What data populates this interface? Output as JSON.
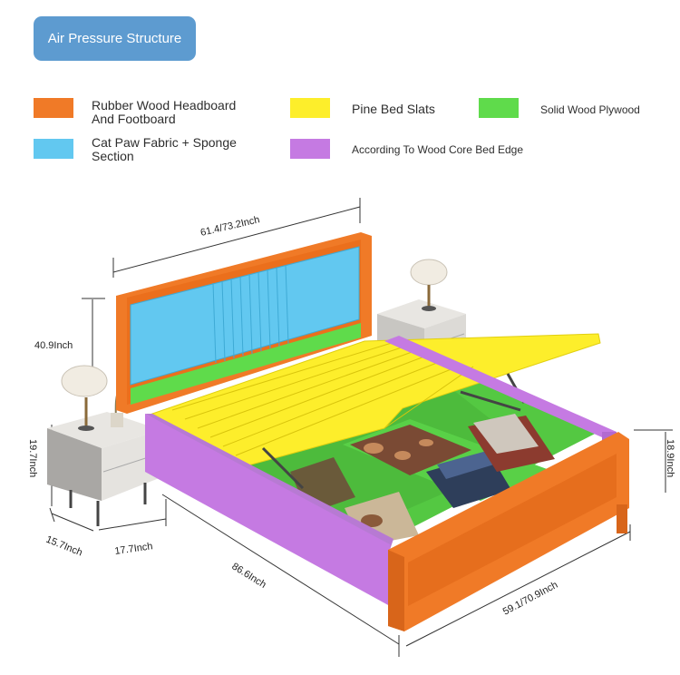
{
  "header": {
    "title": "Air Pressure Structure"
  },
  "legend": [
    {
      "label": "Rubber Wood Headboard\nAnd Footboard",
      "color": "#f07a27"
    },
    {
      "label": "Pine Bed Slats",
      "color": "#fdee2b"
    },
    {
      "label": "Solid Wood Plywood",
      "color": "#5fdb4b"
    },
    {
      "label": "Cat Paw Fabric + Sponge\nSection",
      "color": "#62c8f0"
    },
    {
      "label": "According To Wood Core Bed Edge",
      "color": "#c57ae2"
    }
  ],
  "dimensions": {
    "headboard_width": "61.4/73.2Inch",
    "headboard_height": "40.9Inch",
    "nightstand_height": "19.7Inch",
    "nightstand_depth": "15.7Inch",
    "nightstand_width": "17.7Inch",
    "bed_length": "86.6Inch",
    "bed_width": "59.1/70.9Inch",
    "footboard_height": "18.9Inch"
  }
}
